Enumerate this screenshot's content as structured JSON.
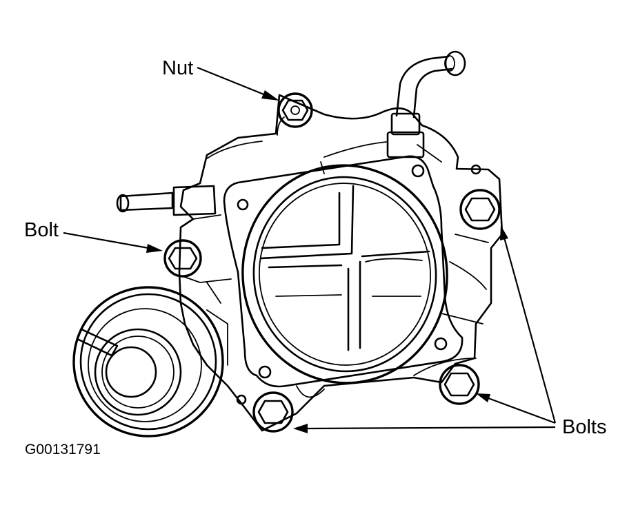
{
  "labels": {
    "nut": "Nut",
    "bolt": "Bolt",
    "bolts": "Bolts"
  },
  "figure_id": "G00131791"
}
